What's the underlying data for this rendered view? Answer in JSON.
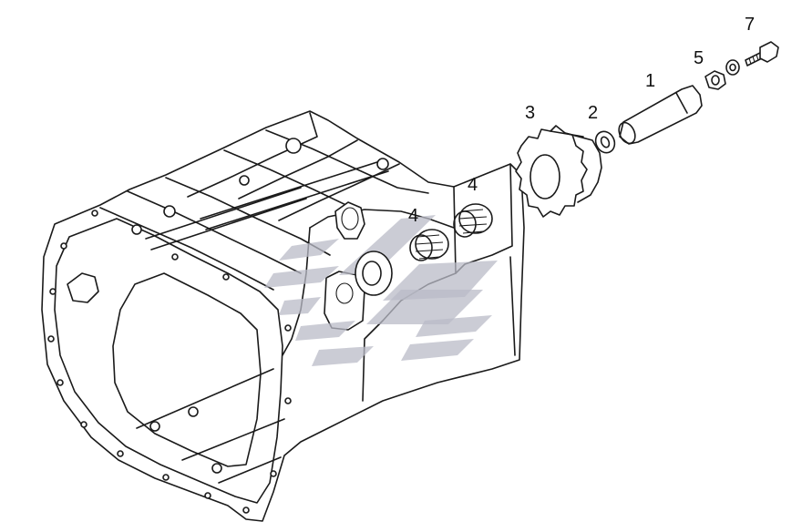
{
  "diagram": {
    "callouts": [
      {
        "id": "1",
        "label": "1"
      },
      {
        "id": "2",
        "label": "2"
      },
      {
        "id": "3",
        "label": "3"
      },
      {
        "id": "4a",
        "label": "4"
      },
      {
        "id": "4b",
        "label": "4"
      },
      {
        "id": "5",
        "label": "5"
      },
      {
        "id": "7",
        "label": "7"
      }
    ],
    "colors": {
      "line": "#1a1a1a",
      "watermark": "#b9bbc7",
      "background": "#ffffff"
    }
  }
}
